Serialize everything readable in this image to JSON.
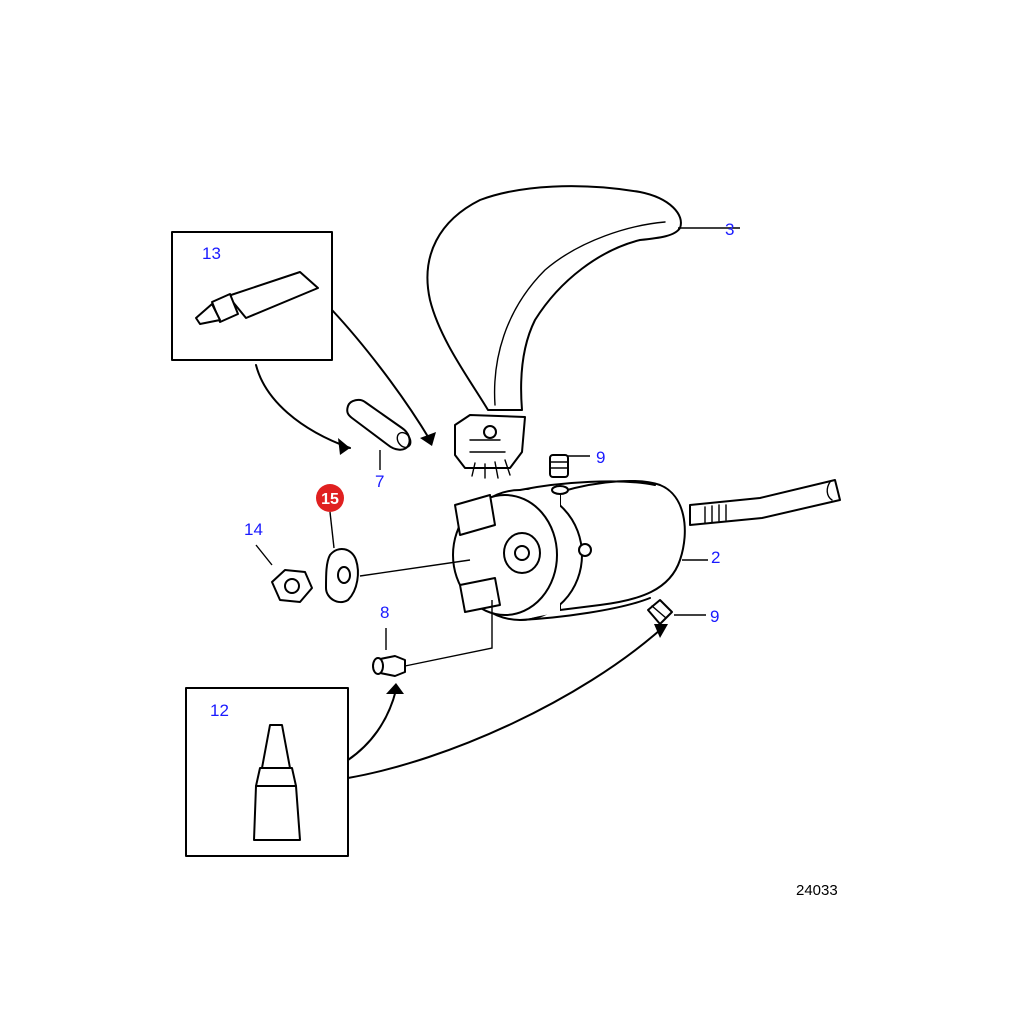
{
  "callouts": {
    "c2": "2",
    "c3": "3",
    "c7": "7",
    "c8": "8",
    "c9a": "9",
    "c9b": "9",
    "c12": "12",
    "c13": "13",
    "c14": "14",
    "c15": "15"
  },
  "highlight_color": "#e02020",
  "callout_color": "#1a1aff",
  "drawing_number": "24033"
}
